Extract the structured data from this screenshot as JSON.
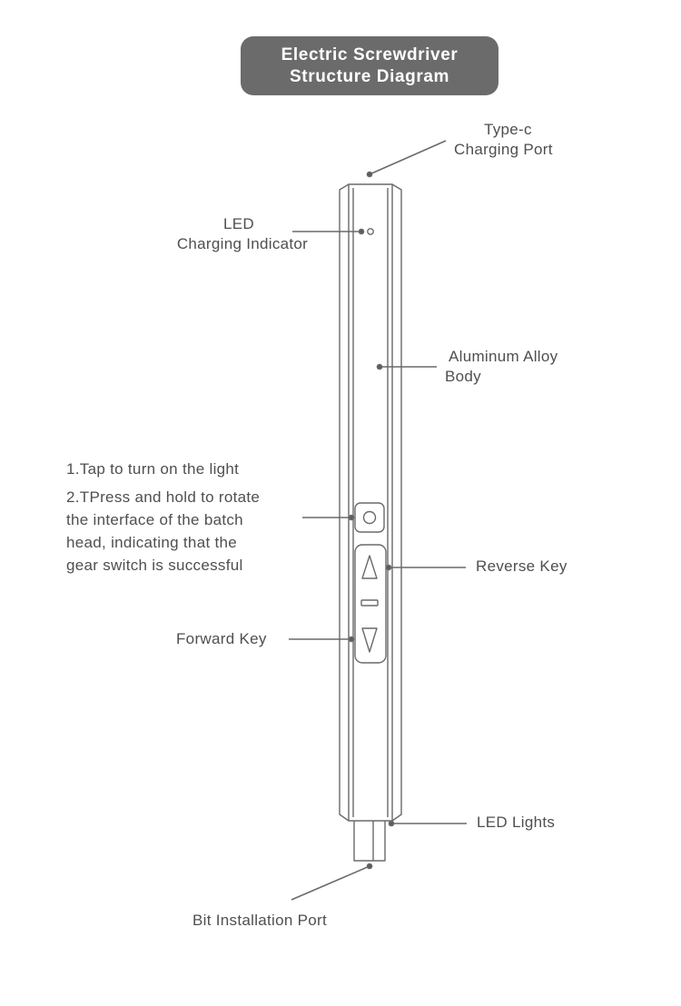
{
  "title": {
    "line1": "Electric Screwdriver",
    "line2": "Structure Diagram"
  },
  "labels": {
    "type_c_port": {
      "line1": "Type-c",
      "line2": "Charging Port"
    },
    "led_charging_indicator": {
      "line1": "LED",
      "line2": "Charging Indicator"
    },
    "aluminum_body": {
      "line1": "Aluminum Alloy",
      "line2": "Body"
    },
    "light_note": {
      "line1": "1.Tap to turn on the light",
      "line2": "2.TPress and hold to rotate",
      "line3": "the interface of the batch",
      "line4": "head, indicating that the",
      "line5": "gear switch is successful"
    },
    "reverse_key": "Reverse Key",
    "forward_key": "Forward Key",
    "led_lights": "LED Lights",
    "bit_installation_port": "Bit Installation Port"
  },
  "colors": {
    "title_bg": "#6b6b6b",
    "line": "#6a6a6a",
    "text": "#4f4f4f"
  }
}
